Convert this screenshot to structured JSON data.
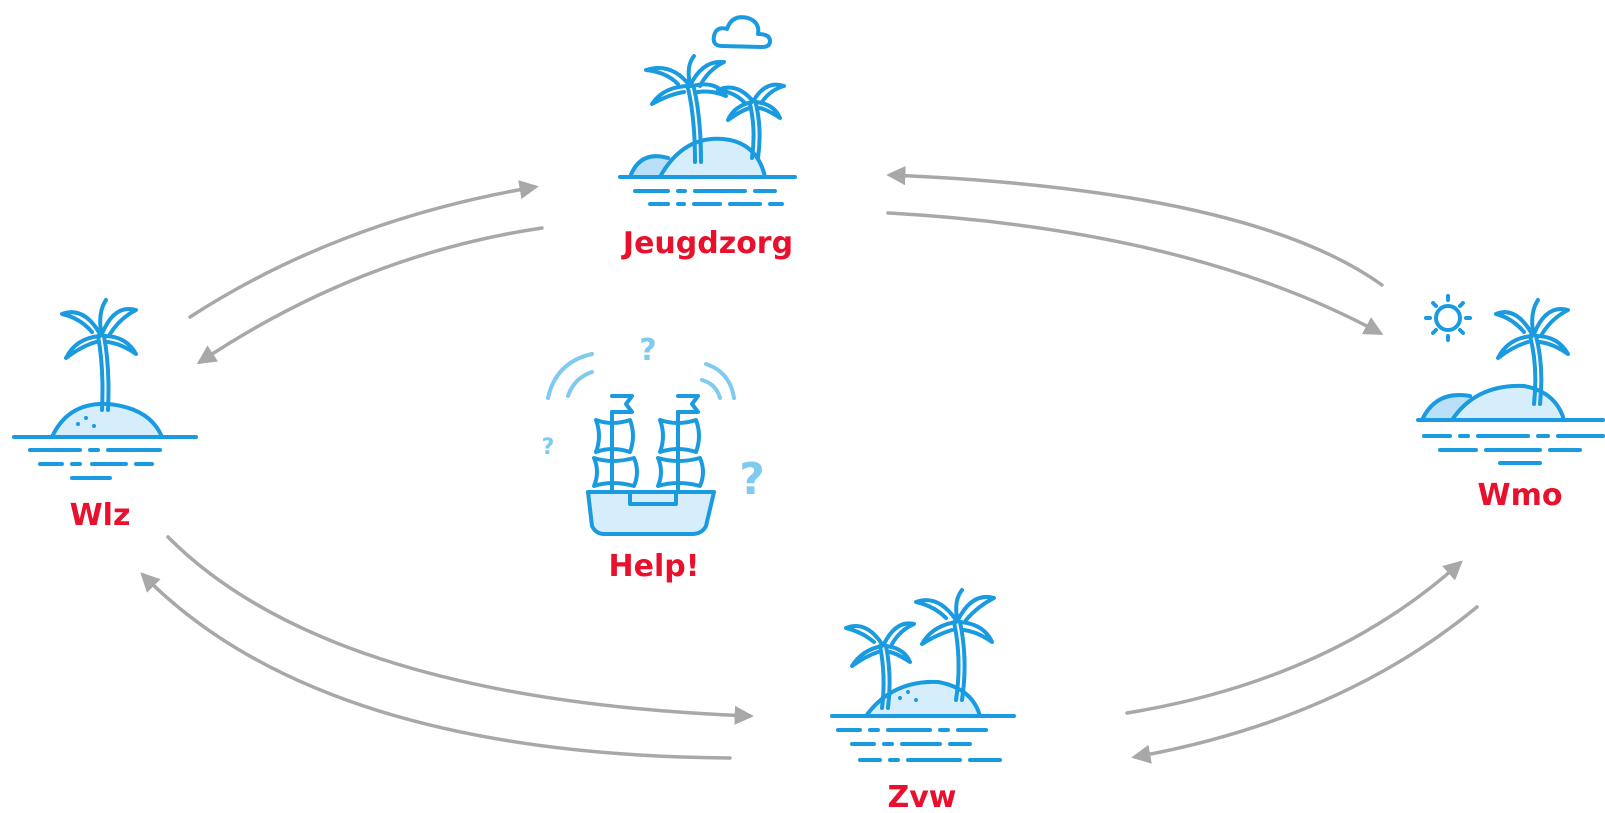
{
  "colors": {
    "label": "#e8102c",
    "icon_line": "#1a9be0",
    "icon_light": "#7fcaf0",
    "arrow": "#a8a8a8"
  },
  "nodes": {
    "jeugdzorg": {
      "label": "Jeugdzorg",
      "icon": "island-two-palms-cloud-icon"
    },
    "wlz": {
      "label": "Wlz",
      "icon": "island-one-palm-icon"
    },
    "wmo": {
      "label": "Wmo",
      "icon": "island-palm-sun-icon"
    },
    "zvw": {
      "label": "Zvw",
      "icon": "island-two-palms-icon"
    },
    "help": {
      "label": "Help!",
      "icon": "ship-question-icon"
    }
  },
  "help_marks": [
    "?",
    "?",
    "?"
  ]
}
